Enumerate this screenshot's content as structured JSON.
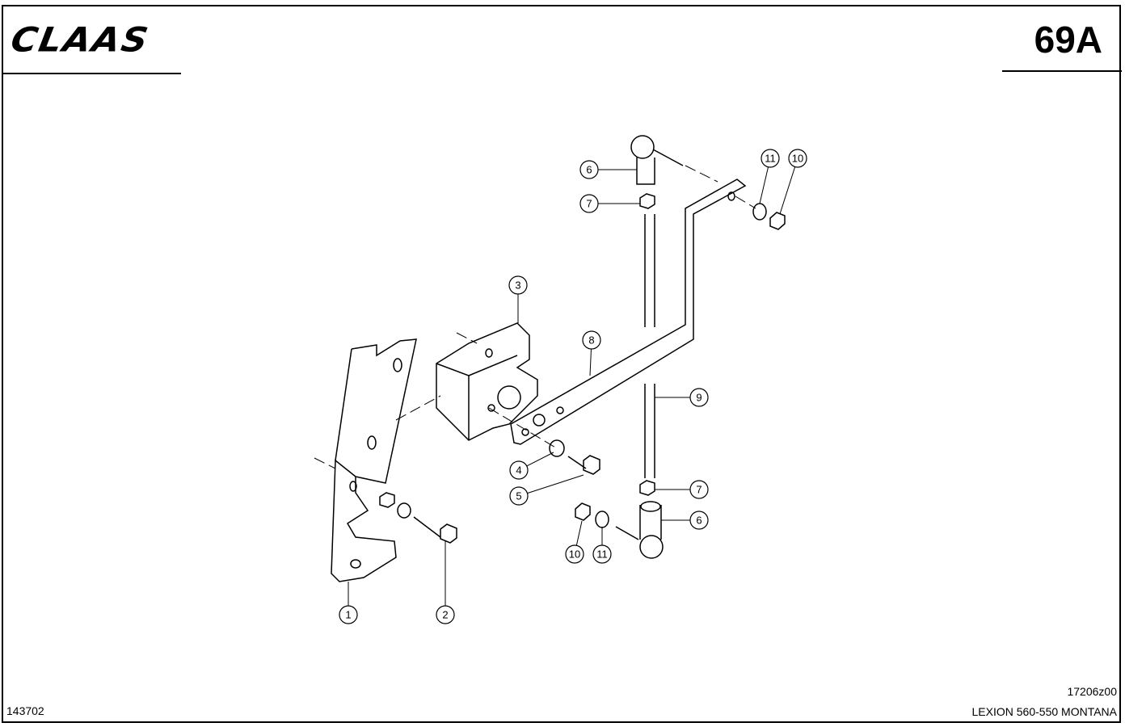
{
  "header": {
    "brand": "CLAAS",
    "page_number": "69A"
  },
  "footer": {
    "reference": "143702",
    "drawing_number": "17206z00",
    "model": "LEXION 560-550 MONTANA"
  },
  "callouts": [
    "1",
    "2",
    "3",
    "4",
    "5",
    "6",
    "7",
    "6",
    "7",
    "8",
    "9",
    "10",
    "11",
    "10",
    "11"
  ]
}
